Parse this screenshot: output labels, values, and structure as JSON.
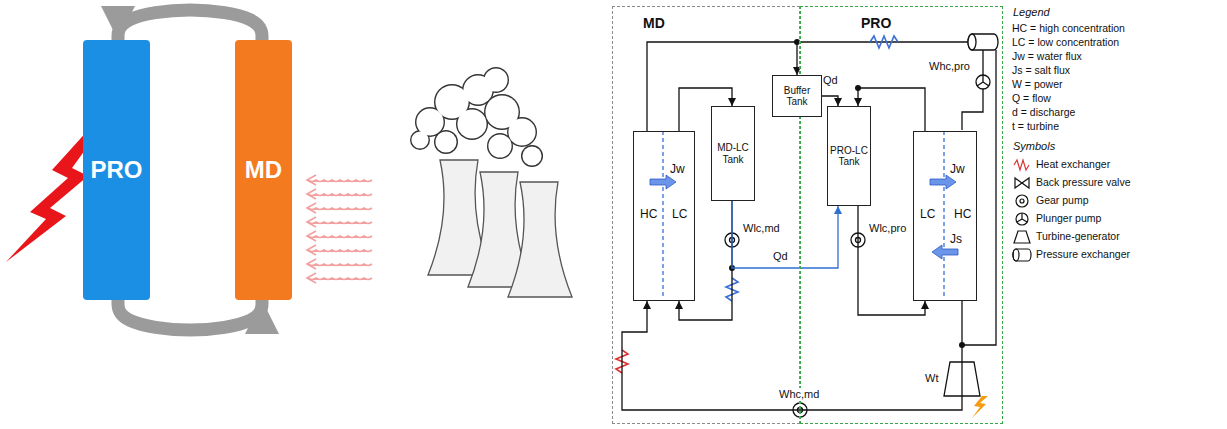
{
  "diagram": {
    "nodes": [
      {
        "text": [
          "PRO"
        ]
      },
      {
        "text": [
          "MD"
        ]
      },
      {
        "text": [
          "MD"
        ]
      },
      {
        "text": [
          "PRO"
        ]
      },
      {
        "text": [
          "HC",
          "LC",
          "Jw"
        ],
        "in": 2
      },
      {
        "text": [
          "MD-LC Tank"
        ],
        "in": 2
      },
      {
        "text": [
          "Buffer Tank"
        ]
      },
      {
        "text": [
          "PRO-LC Tank"
        ],
        "in": 3
      },
      {
        "text": [
          "LC",
          "HC",
          "Jw",
          "Js"
        ],
        "in": 3
      }
    ],
    "edges": [
      {
        "from": 1,
        "to": 0,
        "arrow": "to"
      },
      {
        "from": 0,
        "to": 1,
        "arrow": "to"
      },
      {
        "from": 4,
        "to": 5,
        "arrow": "to"
      },
      {
        "from": 5,
        "to": 4,
        "arrow": "to"
      },
      {
        "from": 4,
        "to": 6,
        "arrow": "to"
      },
      {
        "from": 6,
        "to": 7,
        "label": "Qd",
        "arrow": "to"
      },
      {
        "from": 5,
        "to": 7,
        "label": "Qd",
        "arrow": "to"
      },
      {
        "from": 7,
        "to": 8,
        "arrow": "to"
      },
      {
        "from": 8,
        "to": 7,
        "arrow": "to"
      },
      {
        "from": 8,
        "to": 4,
        "arrow": "to"
      }
    ],
    "labels": [
      "Wlc,md",
      "Wlc,pro",
      "Whc,pro",
      "Whc,md",
      "Wt",
      "Legend",
      "Symbols"
    ],
    "legend": [
      {
        "text": "HC = high concentration"
      },
      {
        "text": "LC = low concentration"
      },
      {
        "text": "Jw = water flux"
      },
      {
        "text": "Js = salt flux"
      },
      {
        "text": "W = power"
      },
      {
        "text": "Q = flow"
      },
      {
        "text": "d = discharge"
      },
      {
        "text": "t = turbine"
      },
      {
        "text": "Heat exchanger"
      },
      {
        "text": "Back pressure valve"
      },
      {
        "text": "Gear pump"
      },
      {
        "text": "Plunger pump"
      },
      {
        "text": "Turbine-generator"
      },
      {
        "text": "Pressure exchanger"
      }
    ]
  }
}
